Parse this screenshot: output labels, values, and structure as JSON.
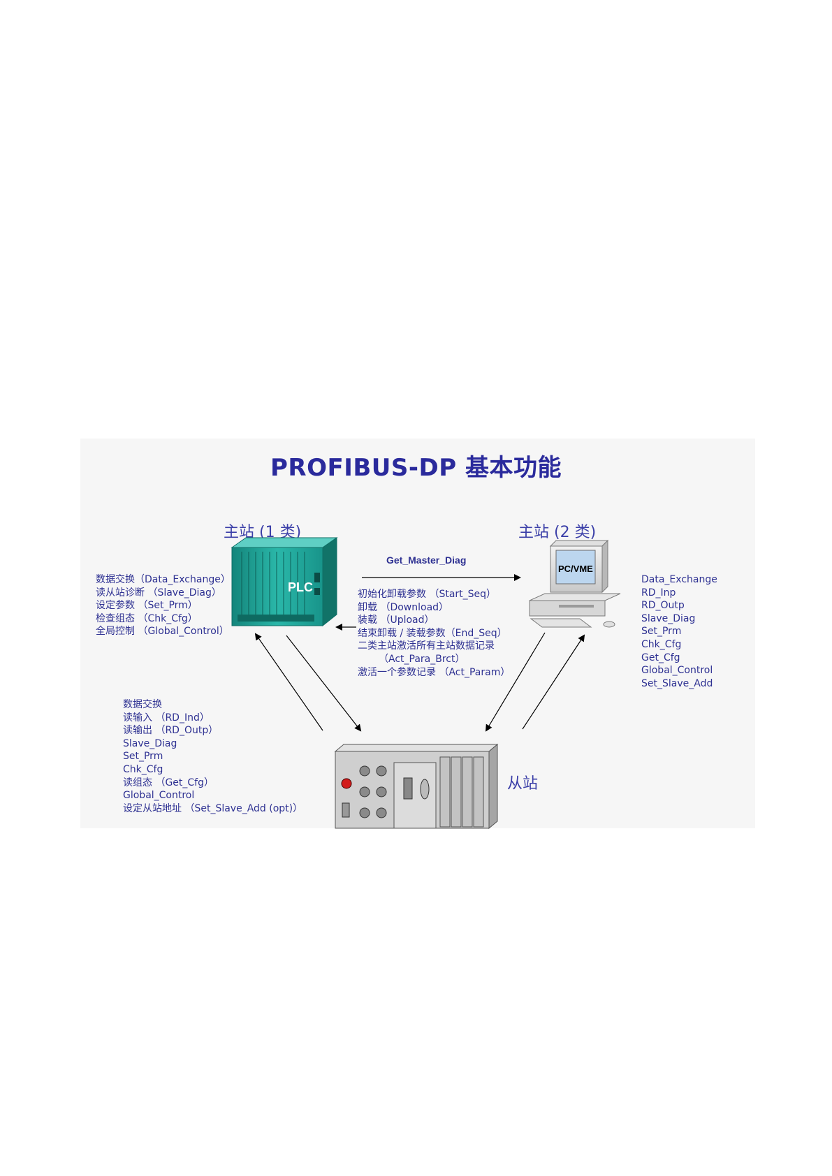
{
  "title": "PROFIBUS-DP 基本功能",
  "master1": {
    "label": "主站 (1 类)",
    "device_text": "PLC",
    "functions": [
      "数据交换（Data_Exchange）",
      "读从站诊断 （Slave_Diag）",
      "设定参数 （Set_Prm）",
      "检查组态 （Chk_Cfg）",
      "全局控制 （Global_Control）"
    ]
  },
  "master2": {
    "label": "主站 (2 类)",
    "device_text": "PC/VME",
    "functions": [
      "Data_Exchange",
      "RD_Inp",
      "RD_Outp",
      "Slave_Diag",
      "Set_Prm",
      "Chk_Cfg",
      "Get_Cfg",
      "Global_Control",
      "Set_Slave_Add"
    ]
  },
  "master_link": {
    "get_master_diag": "Get_Master_Diag",
    "functions": [
      "初始化卸载参数 （Start_Seq）",
      "卸载 （Download）",
      "装载 （Upload）",
      "结束卸载 / 装载参数（End_Seq）",
      "二类主站激活所有主站数据记录",
      "（Act_Para_Brct）",
      "激活一个参数记录 （Act_Param）"
    ]
  },
  "slave": {
    "label": "从站",
    "functions": [
      "数据交换",
      "读输入 （RD_Ind）",
      "读输出 （RD_Outp）",
      "Slave_Diag",
      "Set_Prm",
      "Chk_Cfg",
      "读组态 （Get_Cfg）",
      "Global_Control",
      "设定从站地址 （Set_Slave_Add (opt)）"
    ]
  },
  "colors": {
    "title": "#2a2a9c",
    "text": "#2e3192",
    "plc": "#1fa79a",
    "panel": "#f6f6f6"
  }
}
